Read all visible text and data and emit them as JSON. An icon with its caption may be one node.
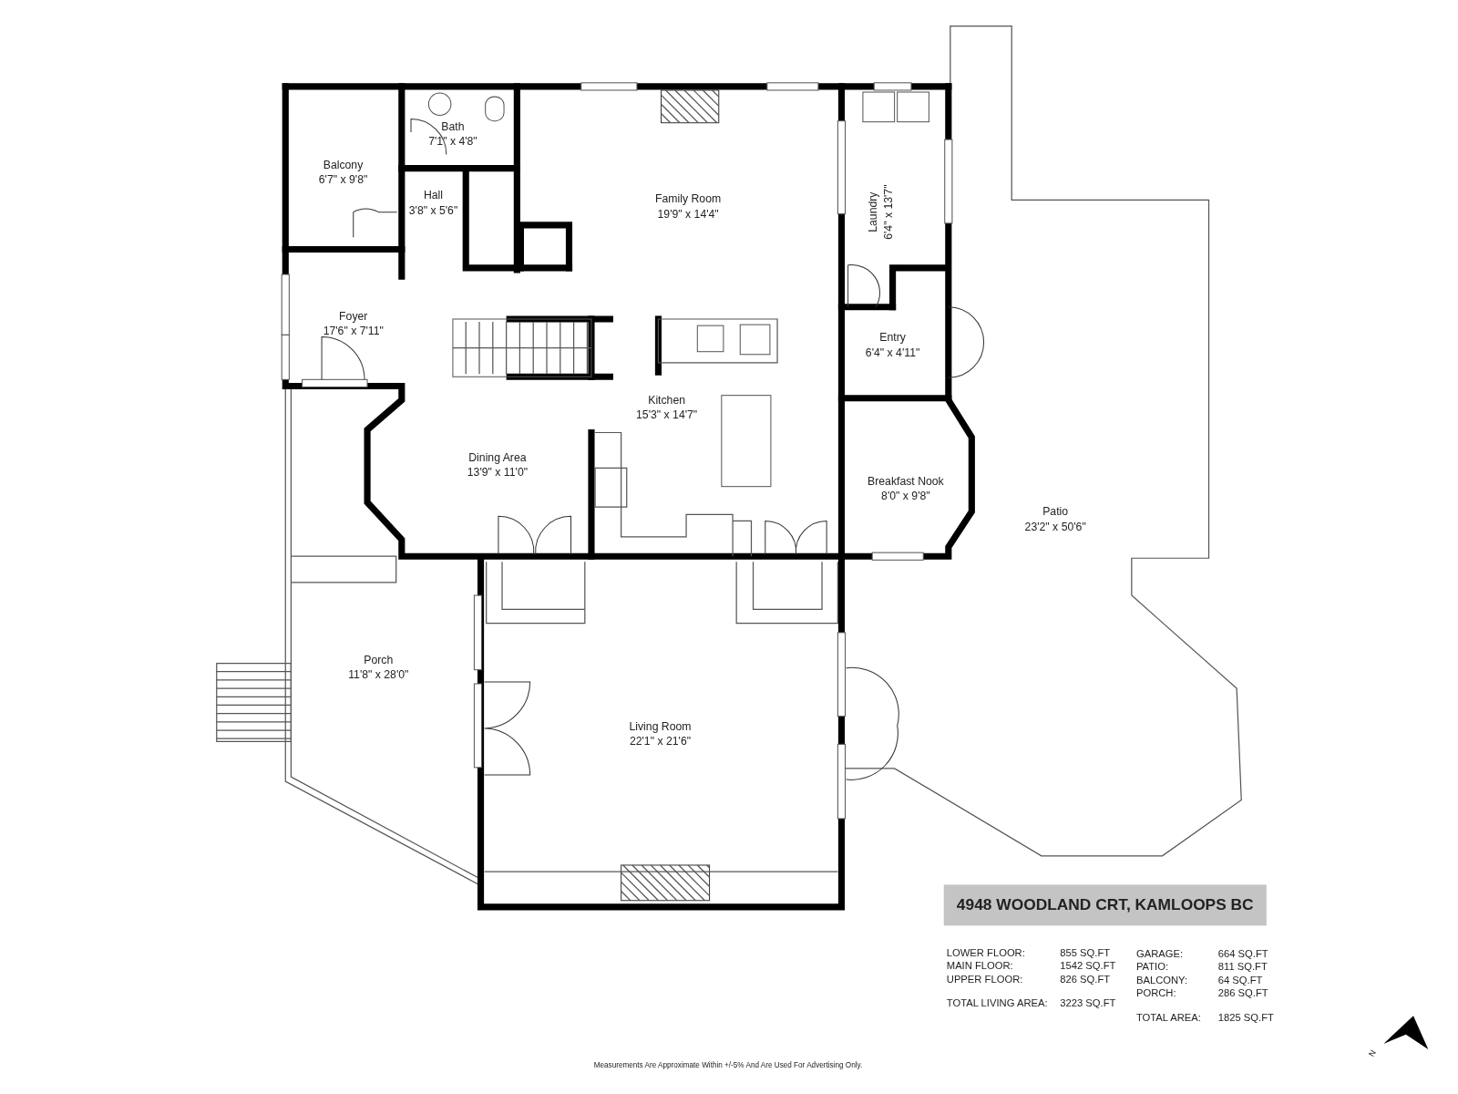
{
  "diagram": {
    "nodes": [
      {
        "text": [
          "Balcony",
          "6'7\" x 9'8\""
        ]
      },
      {
        "text": [
          "Bath",
          "7'1\" x 4'8\""
        ]
      },
      {
        "text": [
          "Hall",
          "3'8\" x 5'6\""
        ]
      },
      {
        "text": [
          "Family Room",
          "19'9\" x 14'4\""
        ]
      },
      {
        "text": [
          "Laundry",
          "6'4\" x 13'7\""
        ]
      },
      {
        "text": [
          "Foyer",
          "17'6\" x 7'11\""
        ]
      },
      {
        "text": [
          "Entry",
          "6'4\" x 4'11\""
        ]
      },
      {
        "text": [
          "Kitchen",
          "15'3\" x 14'7\""
        ]
      },
      {
        "text": [
          "Dining Area",
          "13'9\" x 11'0\""
        ]
      },
      {
        "text": [
          "Breakfast Nook",
          "8'0\" x 9'8\""
        ]
      },
      {
        "text": [
          "Patio",
          "23'2\" x 50'6\""
        ]
      },
      {
        "text": [
          "Porch",
          "11'8\" x 28'0\""
        ]
      },
      {
        "text": [
          "Living Room",
          "22'1\" x 21'6\""
        ]
      }
    ],
    "labels": [
      "4948 WOODLAND CRT, KAMLOOPS BC",
      "LOWER FLOOR:",
      "855 SQ.FT",
      "GARAGE:",
      "664 SQ.FT",
      "MAIN FLOOR:",
      "1542 SQ.FT",
      "PATIO:",
      "811 SQ.FT",
      "UPPER FLOOR:",
      "826 SQ.FT",
      "BALCONY:",
      "64 SQ.FT",
      "PORCH:",
      "286 SQ.FT",
      "TOTAL LIVING AREA:",
      "3223 SQ.FT",
      "TOTAL AREA:",
      "1825 SQ.FT",
      "N",
      "Measurements Are Approximate Within +/-5% And Are Used For Advertising Only."
    ]
  }
}
